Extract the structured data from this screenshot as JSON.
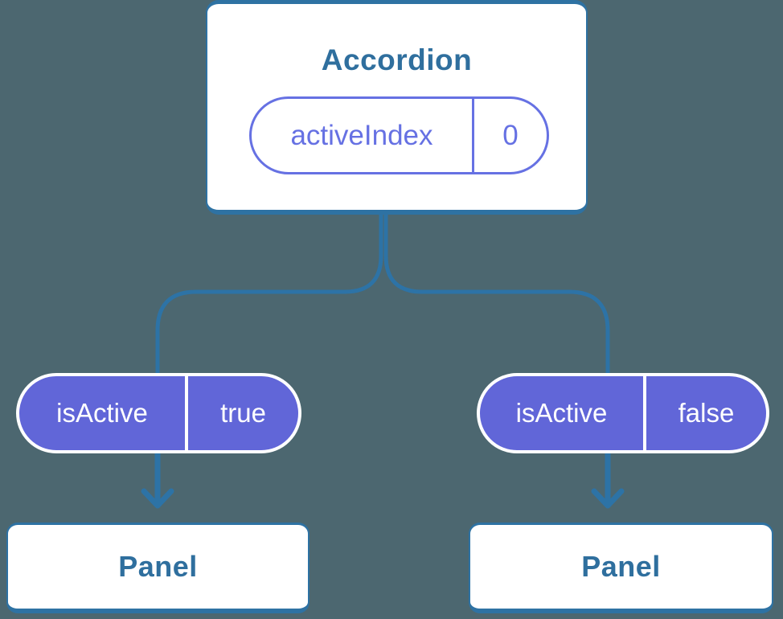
{
  "background_color": "#4c6770",
  "colors": {
    "line_blue": "#2d73a6",
    "card_border_blue": "#2e72a3",
    "text_blue": "#2f6f9e",
    "pill_outline_purple": "#6671e3",
    "pill_fill_purple": "#6166d8",
    "card_background": "#ffffff",
    "pill_text_white": "#ffffff"
  },
  "tree": {
    "root": {
      "title": "Accordion",
      "state_pill": {
        "name": "activeIndex",
        "value": "0"
      }
    },
    "branches": [
      {
        "prop_pill": {
          "name": "isActive",
          "value": "true"
        },
        "node": {
          "title": "Panel"
        }
      },
      {
        "prop_pill": {
          "name": "isActive",
          "value": "false"
        },
        "node": {
          "title": "Panel"
        }
      }
    ]
  }
}
